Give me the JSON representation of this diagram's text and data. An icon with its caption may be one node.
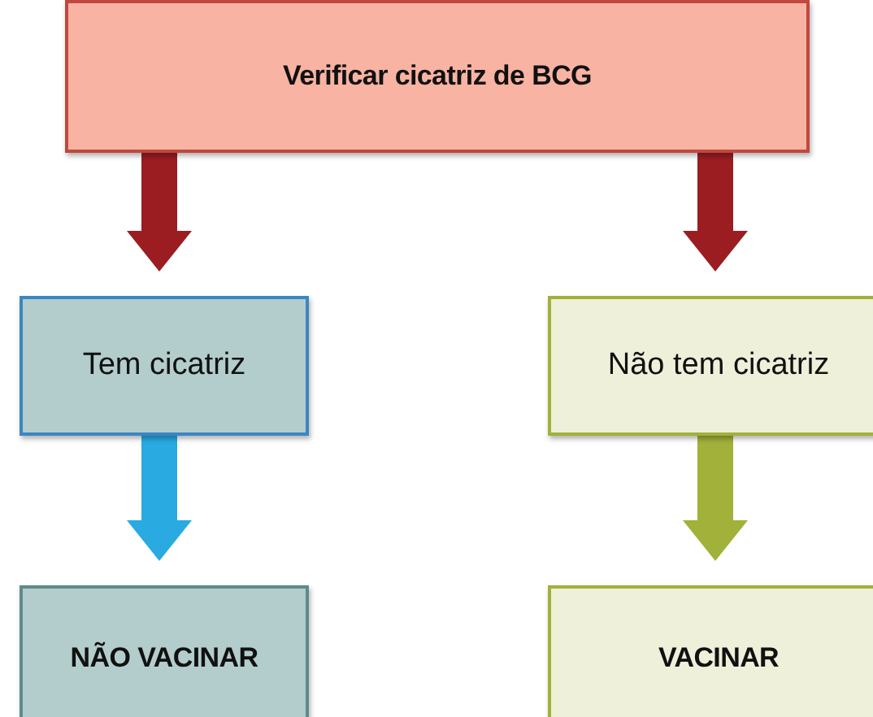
{
  "diagram": {
    "nodes": [
      {
        "text": [
          "Verificar cicatriz de BCG"
        ]
      },
      {
        "text": [
          "Tem cicatriz"
        ]
      },
      {
        "text": [
          "Não tem cicatriz"
        ]
      },
      {
        "text": [
          "NÃO VACINAR"
        ]
      },
      {
        "text": [
          "VACINAR"
        ]
      }
    ],
    "edges": [
      {
        "from": 0,
        "to": 1,
        "arrow": "to",
        "color": "#9b1d22"
      },
      {
        "from": 0,
        "to": 2,
        "arrow": "to",
        "color": "#9b1d22"
      },
      {
        "from": 1,
        "to": 3,
        "arrow": "to",
        "color": "#29aae1"
      },
      {
        "from": 2,
        "to": 4,
        "arrow": "to",
        "color": "#a2b13a"
      }
    ]
  }
}
